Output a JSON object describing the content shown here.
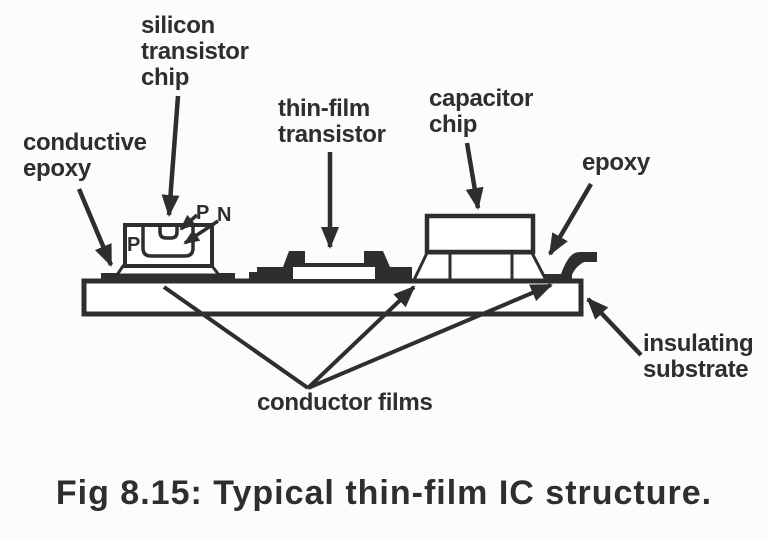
{
  "figure": {
    "caption": "Fig 8.15: Typical thin-film IC structure."
  },
  "colors": {
    "ink": "#2e2e2e",
    "background": "#fcfcfc",
    "shape_fill": "#ffffff"
  },
  "labels": {
    "silicon_transistor_chip": "silicon\ntransistor\nchip",
    "thin_film_transistor": "thin-film\ntransistor",
    "conductive_epoxy": "conductive\nepoxy",
    "capacitor_chip": "capacitor\nchip",
    "epoxy": "epoxy",
    "insulating_substrate": "insulating\nsubstrate",
    "conductor_films": "conductor films",
    "region_p_emitter": "P",
    "region_n_base": "N",
    "region_p_body": "P"
  }
}
